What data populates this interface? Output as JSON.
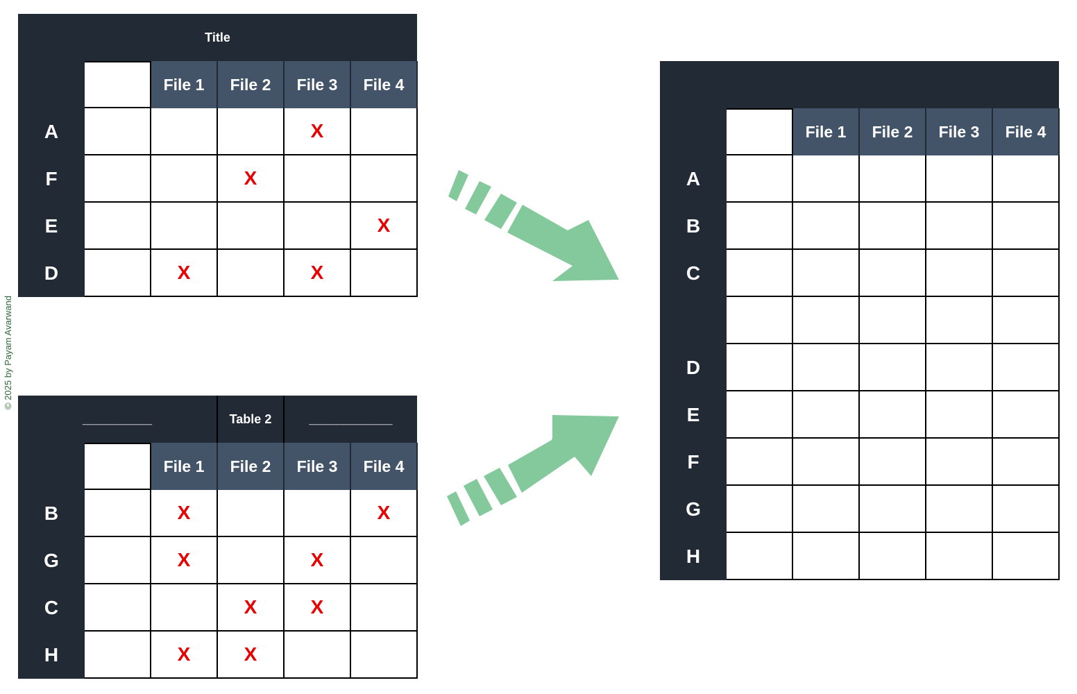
{
  "table1": {
    "title": "Title",
    "columns": [
      "File 1",
      "File 2",
      "File 3",
      "File 4"
    ],
    "rows": [
      {
        "label": "A",
        "marks": [
          "",
          "",
          "X",
          ""
        ]
      },
      {
        "label": "F",
        "marks": [
          "",
          "X",
          "",
          ""
        ]
      },
      {
        "label": "E",
        "marks": [
          "",
          "",
          "",
          "X"
        ]
      },
      {
        "label": "D",
        "marks": [
          "X",
          "",
          "X",
          ""
        ]
      }
    ]
  },
  "table2": {
    "title_left": "__________",
    "title_center": "Table 2",
    "title_right": "____________",
    "columns": [
      "File 1",
      "File 2",
      "File 3",
      "File 4"
    ],
    "rows": [
      {
        "label": "B",
        "marks": [
          "X",
          "",
          "",
          "X"
        ]
      },
      {
        "label": "G",
        "marks": [
          "X",
          "",
          "X",
          ""
        ]
      },
      {
        "label": "C",
        "marks": [
          "",
          "X",
          "X",
          ""
        ]
      },
      {
        "label": "H",
        "marks": [
          "X",
          "X",
          "",
          ""
        ]
      }
    ]
  },
  "table3": {
    "title": "",
    "columns": [
      "File 1",
      "File 2",
      "File 3",
      "File 4"
    ],
    "rows": [
      {
        "label": "A"
      },
      {
        "label": "B"
      },
      {
        "label": "C"
      },
      {
        "label": ""
      },
      {
        "label": "D"
      },
      {
        "label": "E"
      },
      {
        "label": "F"
      },
      {
        "label": "G"
      },
      {
        "label": "H"
      }
    ]
  },
  "copyright": "© 2025 by Payam Avarwand",
  "colors": {
    "dark": "#222a36",
    "header": "#445468",
    "mark": "#e60000",
    "arrow": "#83c99b"
  }
}
